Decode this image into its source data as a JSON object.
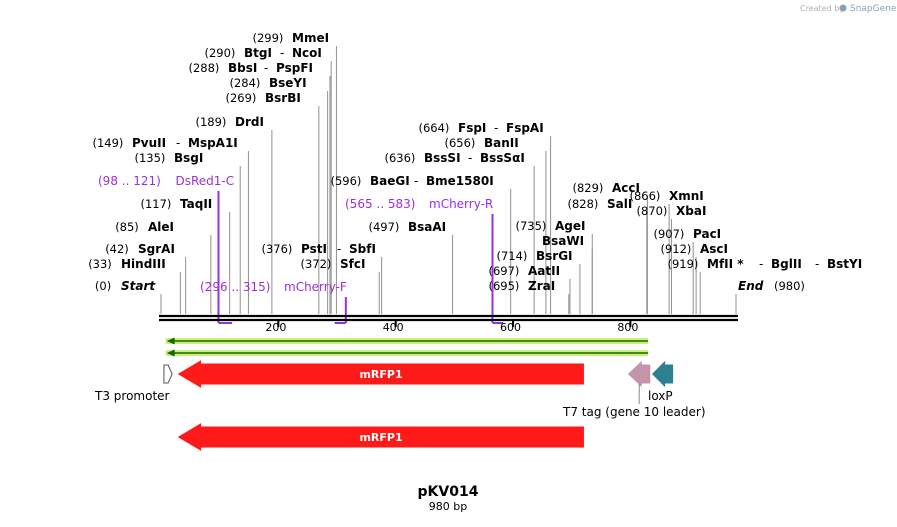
{
  "credit": {
    "prefix": "Created by",
    "brand": "SnapGene"
  },
  "map": {
    "name": "pKV014",
    "length_label": "980 bp",
    "length_bp": 980,
    "ticks": [
      200,
      400,
      600,
      800
    ],
    "enzymes": [
      {
        "pos": "(0)",
        "names": [
          "Start"
        ],
        "italic": true,
        "bp": 0
      },
      {
        "pos": "(33)",
        "names": [
          "HindIII"
        ],
        "bp": 33
      },
      {
        "pos": "(42)",
        "names": [
          "SgrAI"
        ],
        "bp": 42
      },
      {
        "pos": "(85)",
        "names": [
          "AleI"
        ],
        "bp": 85
      },
      {
        "pos": "(117)",
        "names": [
          "TaqII"
        ],
        "bp": 117
      },
      {
        "pos": "(135)",
        "names": [
          "BsgI"
        ],
        "bp": 135
      },
      {
        "pos": "(149)",
        "names": [
          "PvuII",
          "MspA1I"
        ],
        "bp": 149
      },
      {
        "pos": "(189)",
        "names": [
          "DrdI"
        ],
        "bp": 189
      },
      {
        "pos": "(269)",
        "names": [
          "BsrBI"
        ],
        "bp": 269
      },
      {
        "pos": "(284)",
        "names": [
          "BseYI"
        ],
        "bp": 284
      },
      {
        "pos": "(288)",
        "names": [
          "BbsI",
          "PspFI"
        ],
        "bp": 288
      },
      {
        "pos": "(290)",
        "names": [
          "BtgI",
          "NcoI"
        ],
        "bp": 290
      },
      {
        "pos": "(299)",
        "names": [
          "MmeI"
        ],
        "bp": 299
      },
      {
        "pos": "(372)",
        "names": [
          "SfcI"
        ],
        "bp": 372
      },
      {
        "pos": "(376)",
        "names": [
          "PstI",
          "SbfI"
        ],
        "bp": 376
      },
      {
        "pos": "(497)",
        "names": [
          "BsaAI"
        ],
        "bp": 497
      },
      {
        "pos": "(596)",
        "names": [
          "BaeGI",
          "Bme1580I"
        ],
        "bp": 596
      },
      {
        "pos": "(636)",
        "names": [
          "BssSI",
          "BssSαI"
        ],
        "bp": 636
      },
      {
        "pos": "(656)",
        "names": [
          "BanII"
        ],
        "bp": 656
      },
      {
        "pos": "(664)",
        "names": [
          "FspI",
          "FspAI"
        ],
        "bp": 664
      },
      {
        "pos": "(695)",
        "names": [
          "ZraI"
        ],
        "bp": 695
      },
      {
        "pos": "(697)",
        "names": [
          "AatII"
        ],
        "bp": 697
      },
      {
        "pos": "(714)",
        "names": [
          "BsrGI"
        ],
        "bp": 714
      },
      {
        "pos": "",
        "names": [
          "BsaWI"
        ],
        "bp": 735
      },
      {
        "pos": "(735)",
        "names": [
          "AgeI"
        ],
        "bp": 735
      },
      {
        "pos": "(828)",
        "names": [
          "SalI"
        ],
        "bp": 828
      },
      {
        "pos": "(829)",
        "names": [
          "AccI"
        ],
        "bp": 829
      },
      {
        "pos": "(866)",
        "names": [
          "XmnI"
        ],
        "bp": 866
      },
      {
        "pos": "(870)",
        "names": [
          "XbaI"
        ],
        "bp": 870
      },
      {
        "pos": "(907)",
        "names": [
          "PacI"
        ],
        "bp": 907
      },
      {
        "pos": "(912)",
        "names": [
          "AscI"
        ],
        "bp": 912
      },
      {
        "pos": "(919)",
        "names": [
          "MfII *",
          "BglII",
          "BstYI"
        ],
        "bp": 919
      },
      {
        "pos": "(980)",
        "names": [
          "End"
        ],
        "italic": true,
        "bp": 980
      }
    ],
    "primers": [
      {
        "range": "(98 .. 121)",
        "name": "DsRed1-C",
        "start": 98,
        "end": 121,
        "dir": "rev"
      },
      {
        "range": "(296 .. 315)",
        "name": "mCherry-F",
        "start": 296,
        "end": 315,
        "dir": "fwd"
      },
      {
        "range": "(565 .. 583)",
        "name": "mCherry-R",
        "start": 565,
        "end": 583,
        "dir": "rev"
      }
    ],
    "features": [
      {
        "name": "mRFP1",
        "start": 30,
        "end": 720,
        "dir": "rev",
        "color": "#ff1a1a",
        "row": 1
      },
      {
        "name": "T3 promoter",
        "start": 5,
        "end": 19,
        "dir": "fwd",
        "color": "#ffffff",
        "row": 1
      },
      {
        "name": "T7 tag (gene 10 leader)",
        "start": 797,
        "end": 833,
        "dir": "rev",
        "color": "#c495a9",
        "row": 1
      },
      {
        "name": "loxP",
        "start": 838,
        "end": 872,
        "dir": "rev",
        "color": "#2e7f8f",
        "row": 1
      },
      {
        "name": "mRFP1",
        "start": 30,
        "end": 720,
        "dir": "rev",
        "color": "#ff1a1a",
        "row": 2
      }
    ],
    "orfs": [
      {
        "start": 8,
        "end": 830,
        "dir": "rev",
        "color": "#1a6600"
      },
      {
        "start": 8,
        "end": 830,
        "dir": "rev",
        "color": "#1a6600"
      }
    ]
  }
}
